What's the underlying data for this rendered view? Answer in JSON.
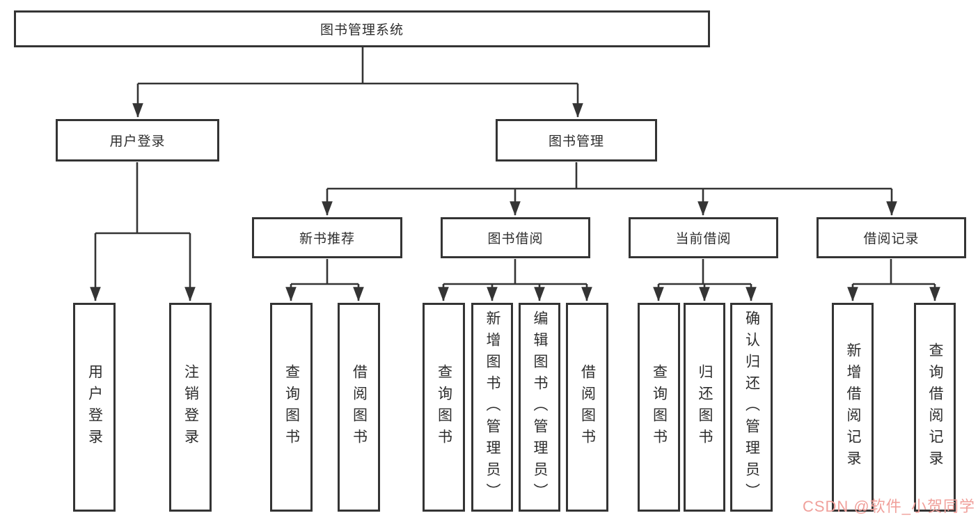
{
  "diagram": {
    "root": {
      "label": "图书管理系统"
    },
    "level2": [
      {
        "label": "用户登录"
      },
      {
        "label": "图书管理"
      }
    ],
    "level3": [
      {
        "label": "新书推荐"
      },
      {
        "label": "图书借阅"
      },
      {
        "label": "当前借阅"
      },
      {
        "label": "借阅记录"
      }
    ],
    "leaves": {
      "user_login": [
        "用户登录",
        "注销登录"
      ],
      "new_book": [
        "查询图书",
        "借阅图书"
      ],
      "book_borrow": [
        "查询图书",
        "新增图书（管理员）",
        "编辑图书（管理员）",
        "借阅图书"
      ],
      "current_borrow": [
        "查询图书",
        "归还图书",
        "确认归还（管理员）"
      ],
      "borrow_record": [
        "新增借阅记录",
        "查询借阅记录"
      ]
    }
  },
  "watermark": {
    "text": "CSDN @软件_小贺同学"
  },
  "colors": {
    "line": "#343434",
    "text": "#2d2d2d",
    "box_background": "#ffffff",
    "watermark": "#f0a09b",
    "background": "#ffffff"
  }
}
